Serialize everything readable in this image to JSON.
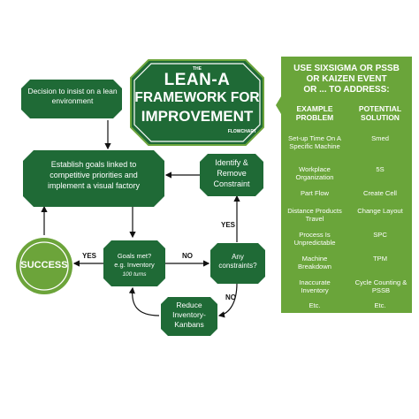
{
  "colors": {
    "dark_green": "#1f6a36",
    "light_green": "#6ca43a",
    "panel_green": "#6aa53a",
    "arrow": "#111111"
  },
  "title": {
    "pre": "THE",
    "line1": "LEAN-A",
    "line2": "FRAMEWORK FOR",
    "line3": "IMPROVEMENT",
    "sub": "FLOWCHART"
  },
  "nodes": {
    "decision": "Decision to insist on a lean environment",
    "goals": "Establish goals linked to competitive priorities and implement a visual factory",
    "identify": "Identify & Remove Constraint",
    "success": "SUCCESS",
    "goals_met": "Goals met?",
    "goals_met_example": "e.g. Inventory",
    "goals_met_turns": "100 turns",
    "any_constraints": "Any constraints?",
    "reduce": "Reduce Inventory-Kanbans"
  },
  "edge_labels": {
    "yes_left": "YES",
    "no_right": "NO",
    "yes_up": "YES",
    "no_down": "NO"
  },
  "panel": {
    "heading_line1": "USE SIXSIGMA OR PSSB",
    "heading_line2": "OR KAIZEN EVENT",
    "heading_line3": "OR ... TO ADDRESS:",
    "col1_header_1": "EXAMPLE",
    "col1_header_2": "PROBLEM",
    "col2_header_1": "POTENTIAL",
    "col2_header_2": "SOLUTION",
    "rows": [
      {
        "problem": "Set-up Time On A Specific Machine",
        "solution": "Smed"
      },
      {
        "problem": "Workplace Organization",
        "solution": "5S"
      },
      {
        "problem": "Part Flow",
        "solution": "Create Cell"
      },
      {
        "problem": "Distance Products Travel",
        "solution": "Change Layout"
      },
      {
        "problem": "Process Is Unpredictable",
        "solution": "SPC"
      },
      {
        "problem": "Machine Breakdown",
        "solution": "TPM"
      },
      {
        "problem": "Inaccurate Inventory",
        "solution": "Cycle Counting & PSSB"
      },
      {
        "problem": "Etc.",
        "solution": "Etc."
      }
    ]
  }
}
